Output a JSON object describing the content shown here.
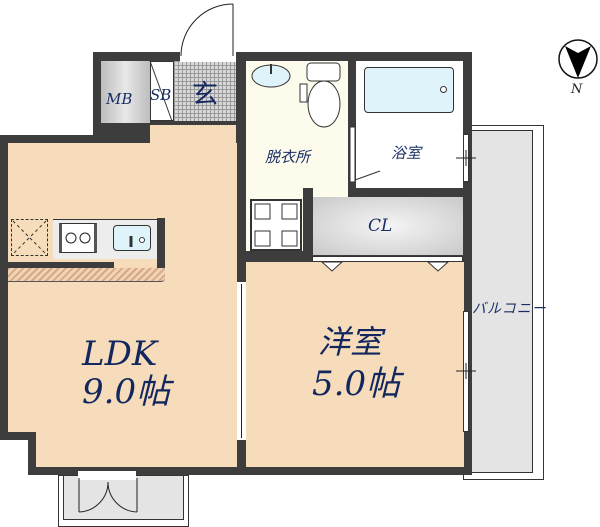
{
  "floorplan": {
    "rooms": {
      "ldk": {
        "name": "LDK",
        "size": "9.0帖"
      },
      "western": {
        "name": "洋室",
        "size": "5.0帖"
      },
      "entrance": {
        "name": "玄"
      },
      "mb": {
        "name": "MB"
      },
      "sb": {
        "name": "SB"
      },
      "washroom": {
        "name": "脱衣所"
      },
      "bathroom": {
        "name": "浴室"
      },
      "closet": {
        "name": "CL"
      },
      "balcony": {
        "name": "バルコニー"
      }
    },
    "compass": {
      "label": "N"
    }
  },
  "colors": {
    "wall": "#3d3d3d",
    "floor": "#f6dcba",
    "wet_area": "#fdfbec",
    "label": "#1a2e66",
    "balcony": "#e4e4e4",
    "storage": "#cfcfcf"
  }
}
